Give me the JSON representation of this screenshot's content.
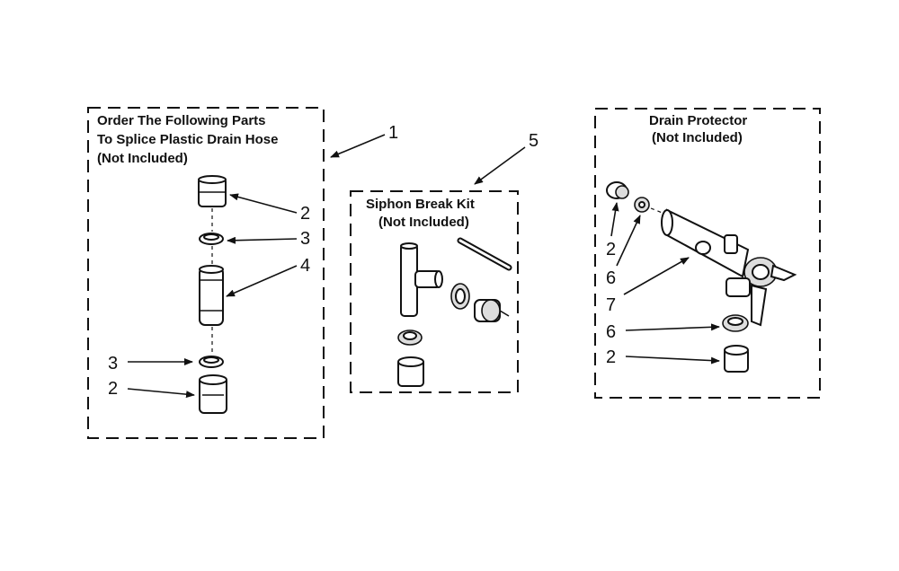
{
  "boxes": {
    "splice": {
      "title_lines": [
        "Order The Following Parts",
        "To Splice Plastic Drain Hose",
        "(Not Included)"
      ]
    },
    "siphon": {
      "title_lines": [
        "Siphon Break Kit",
        "(Not Included)"
      ]
    },
    "drain": {
      "title_lines": [
        "Drain Protector",
        "(Not Included)"
      ]
    }
  },
  "callouts": {
    "splice_box": "1",
    "splice_cap_top": "2",
    "splice_clamp_top": "3",
    "splice_connector": "4",
    "splice_clamp_bottom": "3",
    "splice_cap_bottom": "2",
    "siphon_kit": "5",
    "drain_cap_top": "2",
    "drain_nut_top": "6",
    "drain_body": "7",
    "drain_nut_bottom": "6",
    "drain_cap_bottom": "2"
  }
}
